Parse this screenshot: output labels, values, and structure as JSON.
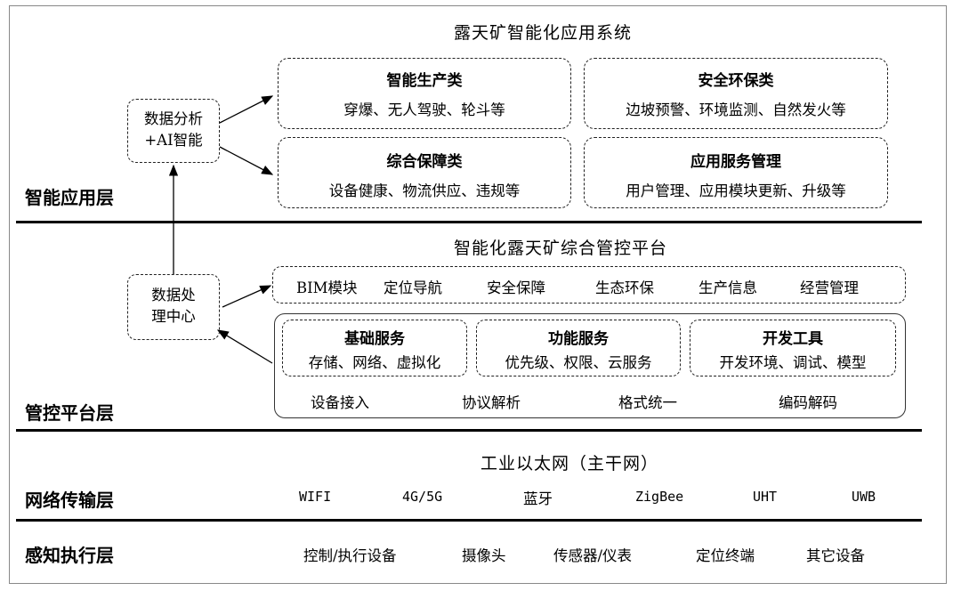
{
  "system_title": "露天矿智能化应用系统",
  "layers": {
    "application": {
      "name": "智能应用层",
      "hub": {
        "line1": "数据分析",
        "line2": "+AI智能"
      },
      "boxes": [
        {
          "title": "智能生产类",
          "desc": "穿爆、无人驾驶、轮斗等"
        },
        {
          "title": "安全环保类",
          "desc": "边坡预警、环境监测、自然发火等"
        },
        {
          "title": "综合保障类",
          "desc": "设备健康、物流供应、违规等"
        },
        {
          "title": "应用服务管理",
          "desc": "用户管理、应用模块更新、升级等"
        }
      ]
    },
    "platform": {
      "name": "管控平台层",
      "title": "智能化露天矿综合管控平台",
      "hub": {
        "line1": "数据处",
        "line2": "理中心"
      },
      "modules": [
        "BIM模块",
        "定位导航",
        "安全保障",
        "生态环保",
        "生产信息",
        "经营管理"
      ],
      "services": [
        {
          "title": "基础服务",
          "desc": "存储、网络、虚拟化"
        },
        {
          "title": "功能服务",
          "desc": "优先级、权限、云服务"
        },
        {
          "title": "开发工具",
          "desc": "开发环境、调试、模型"
        }
      ],
      "base_items": [
        "设备接入",
        "协议解析",
        "格式统一",
        "编码解码"
      ]
    },
    "network": {
      "name": "网络传输层",
      "title": "工业以太网（主干网）",
      "items": [
        "WIFI",
        "4G/5G",
        "蓝牙",
        "ZigBee",
        "UHT",
        "UWB"
      ]
    },
    "perception": {
      "name": "感知执行层",
      "items": [
        "控制/执行设备",
        "摄像头",
        "传感器/仪表",
        "定位终端",
        "其它设备"
      ]
    }
  }
}
